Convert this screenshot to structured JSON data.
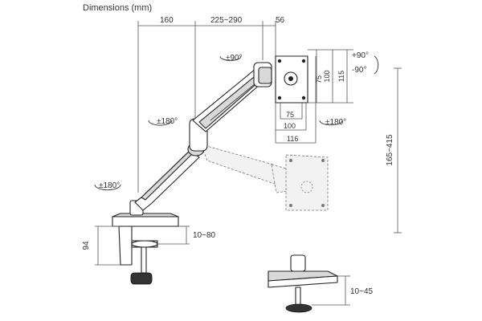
{
  "title": "Dimensions (mm)",
  "top_dims": {
    "d1": "160",
    "d2": "225~290",
    "d3": "56"
  },
  "rotations": {
    "r_arm_top": "±90°",
    "r_elbow": "±180°",
    "r_base": "±180°",
    "r_vesa": "±180°",
    "tilt_up": "+90°",
    "tilt_down": "-90°"
  },
  "vesa": {
    "w75": "75",
    "w100": "100",
    "w116": "116",
    "h75": "75",
    "h100": "100",
    "h115": "115"
  },
  "height_range": "165~415",
  "clamp": {
    "height": "94",
    "thickness": "10~80",
    "grommet": "10~45"
  }
}
